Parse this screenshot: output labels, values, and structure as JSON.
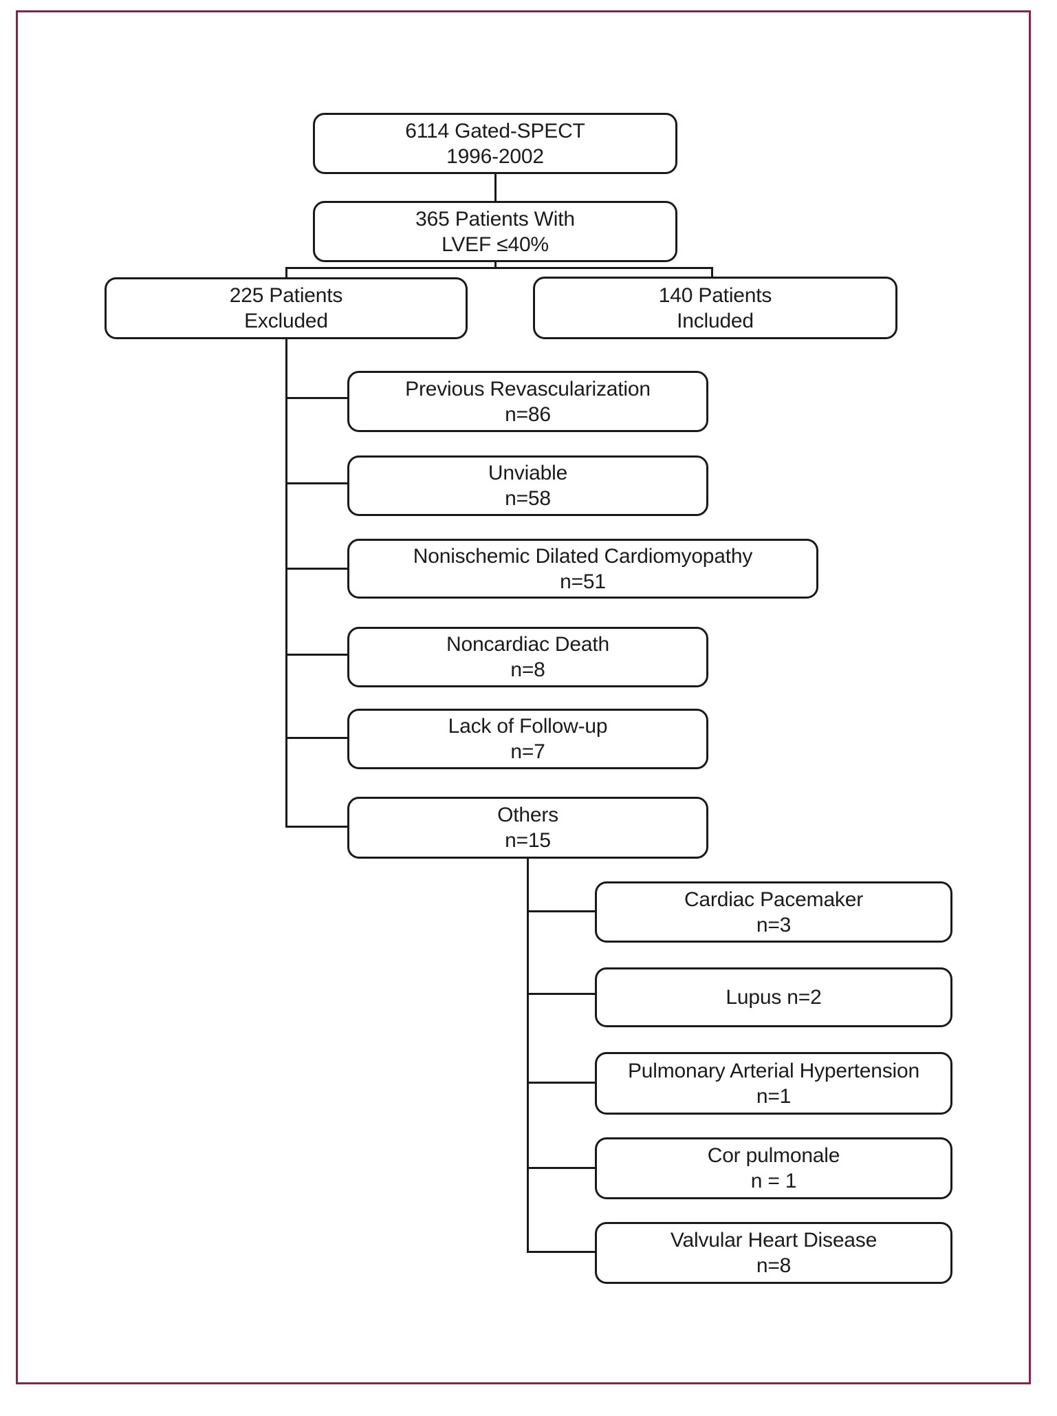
{
  "figure": {
    "type": "patient-flow-diagram",
    "border_color": "#8b2048",
    "box_line_color": "#1a1a1a",
    "nodes": {
      "root": {
        "line1": "6114 Gated-SPECT",
        "line2": "1996-2002"
      },
      "lvef": {
        "line1": "365 Patients With",
        "line2": "LVEF ≤40%"
      },
      "excluded": {
        "line1": "225 Patients",
        "line2": "Excluded"
      },
      "included": {
        "line1": "140 Patients",
        "line2": "Included"
      },
      "prev": {
        "line1": "Previous Revascularization",
        "line2": "n=86"
      },
      "unviable": {
        "line1": "Unviable",
        "line2": "n=58"
      },
      "nonisch": {
        "line1": "Nonischemic Dilated Cardiomyopathy",
        "line2": "n=51"
      },
      "noncard": {
        "line1": "Noncardiac Death",
        "line2": "n=8"
      },
      "lack": {
        "line1": "Lack of Follow-up",
        "line2": "n=7"
      },
      "others": {
        "line1": "Others",
        "line2": "n=15"
      },
      "pacemaker": {
        "line1": "Cardiac Pacemaker",
        "line2": "n=3"
      },
      "lupus": {
        "line1": "Lupus n=2"
      },
      "pah": {
        "line1": "Pulmonary Arterial Hypertension",
        "line2": "n=1"
      },
      "cor": {
        "line1": "Cor pulmonale",
        "line2": "n = 1"
      },
      "valvular": {
        "line1": "Valvular Heart Disease",
        "line2": "n=8"
      }
    }
  }
}
